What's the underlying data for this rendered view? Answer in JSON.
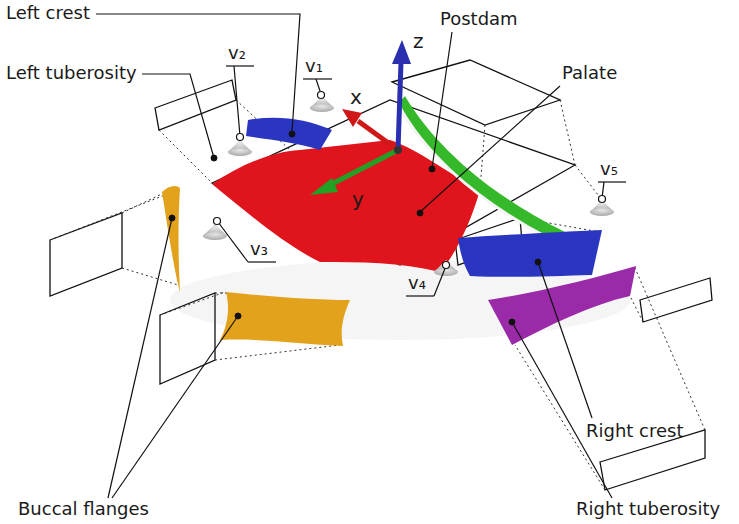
{
  "diagram": {
    "labels": [
      "Left crest",
      "Left tuberosity",
      "v₂",
      "v₁",
      "z",
      "x",
      "y",
      "Postdam",
      "Palate",
      "v₅",
      "v₃",
      "v₄",
      "Right crest",
      "Buccal flanges",
      "Right tuberosity"
    ]
  }
}
